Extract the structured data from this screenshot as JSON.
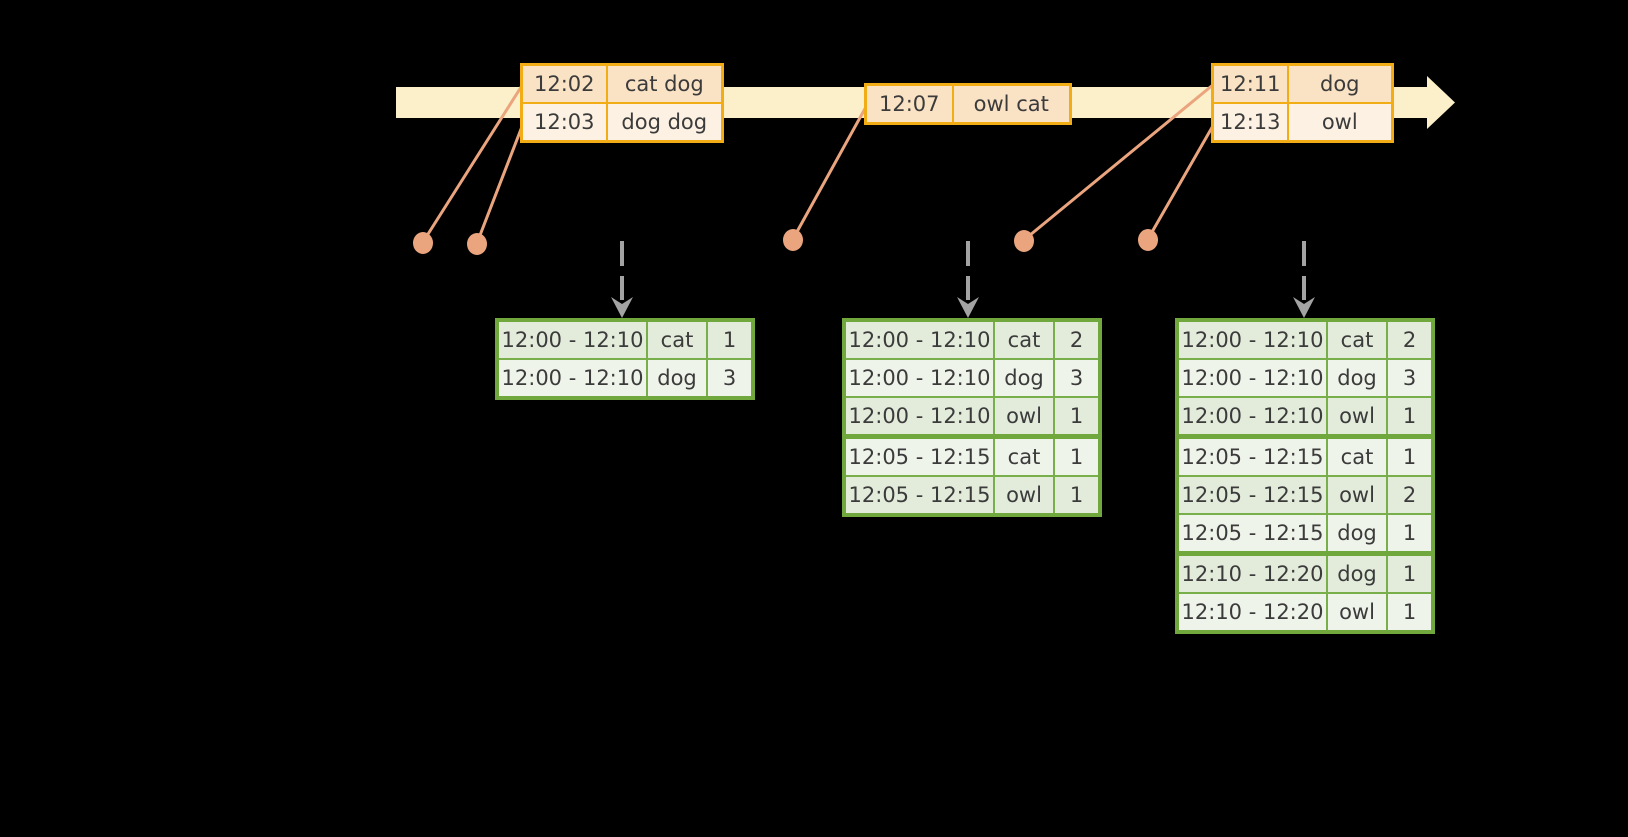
{
  "diagram": {
    "description_name": "windowed-word-count-streaming-diagram",
    "event_boxes": [
      {
        "rows": [
          {
            "time": "12:02",
            "words": "cat dog"
          },
          {
            "time": "12:03",
            "words": "dog dog"
          }
        ]
      },
      {
        "rows": [
          {
            "time": "12:07",
            "words": "owl cat"
          }
        ]
      },
      {
        "rows": [
          {
            "time": "12:11",
            "words": "dog"
          },
          {
            "time": "12:13",
            "words": "owl"
          }
        ]
      }
    ],
    "result_tables": [
      {
        "rows": [
          {
            "window": "12:00 - 12:10",
            "word": "cat",
            "count": "1"
          },
          {
            "window": "12:00 - 12:10",
            "word": "dog",
            "count": "3"
          }
        ]
      },
      {
        "rows": [
          {
            "window": "12:00 - 12:10",
            "word": "cat",
            "count": "2"
          },
          {
            "window": "12:00 - 12:10",
            "word": "dog",
            "count": "3"
          },
          {
            "window": "12:00 - 12:10",
            "word": "owl",
            "count": "1"
          },
          {
            "window": "12:05 - 12:15",
            "word": "cat",
            "count": "1"
          },
          {
            "window": "12:05 - 12:15",
            "word": "owl",
            "count": "1"
          }
        ]
      },
      {
        "rows": [
          {
            "window": "12:00 - 12:10",
            "word": "cat",
            "count": "2"
          },
          {
            "window": "12:00 - 12:10",
            "word": "dog",
            "count": "3"
          },
          {
            "window": "12:00 - 12:10",
            "word": "owl",
            "count": "1"
          },
          {
            "window": "12:05 - 12:15",
            "word": "cat",
            "count": "1"
          },
          {
            "window": "12:05 - 12:15",
            "word": "owl",
            "count": "2"
          },
          {
            "window": "12:05 - 12:15",
            "word": "dog",
            "count": "1"
          },
          {
            "window": "12:10 - 12:20",
            "word": "dog",
            "count": "1"
          },
          {
            "window": "12:10 - 12:20",
            "word": "owl",
            "count": "1"
          }
        ]
      }
    ],
    "icons": {
      "timeline_arrowhead": "right-arrowhead",
      "trigger_arrow": "dashed-down-arrow",
      "event_dot": "filled-circle"
    },
    "colors": {
      "background": "#000000",
      "timeline_fill": "#FBF0C9",
      "event_border": "#F2AC15",
      "event_row_dark": "#FAE2C4",
      "event_row_light": "#FCF1E2",
      "connector_salmon": "#EBA57E",
      "result_border_green": "#70A83E",
      "result_row_dark": "#E3ECDB",
      "result_row_light": "#EFF4EA",
      "trigger_gray": "#A3A3A3",
      "text": "#3B3B3B"
    }
  }
}
